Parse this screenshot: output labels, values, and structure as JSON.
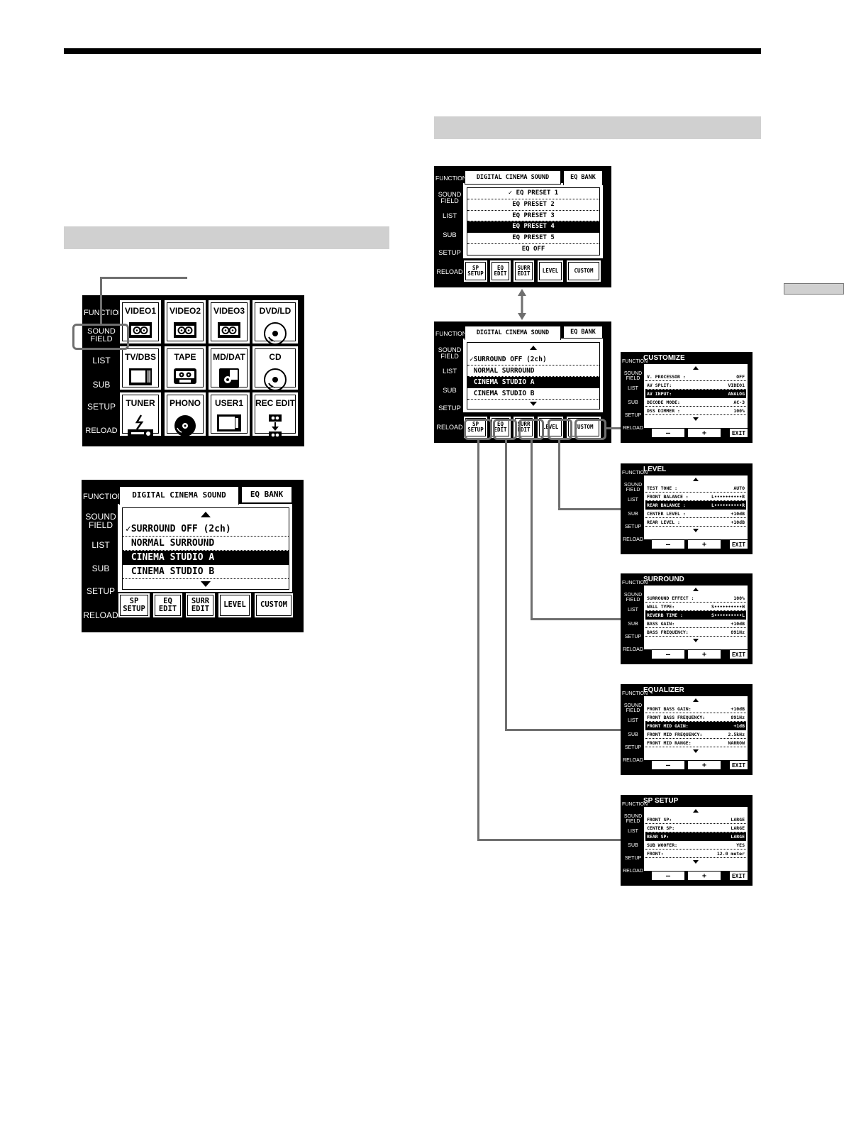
{
  "side_labels": [
    "FUNCTION",
    "SOUND\nFIELD",
    "LIST",
    "SUB",
    "SETUP",
    "RELOAD"
  ],
  "function_grid": [
    {
      "label": "VIDEO1",
      "icon": "vcr-icon"
    },
    {
      "label": "VIDEO2",
      "icon": "vcr-icon"
    },
    {
      "label": "VIDEO3",
      "icon": "vcr-icon"
    },
    {
      "label": "DVD/LD",
      "icon": "disc-icon"
    },
    {
      "label": "TV/DBS",
      "icon": "tv-icon"
    },
    {
      "label": "TAPE",
      "icon": "cassette-icon"
    },
    {
      "label": "MD/DAT",
      "icon": "minidisc-icon"
    },
    {
      "label": "CD",
      "icon": "disc-icon"
    },
    {
      "label": "TUNER",
      "icon": "tuner-icon"
    },
    {
      "label": "PHONO",
      "icon": "record-icon"
    },
    {
      "label": "USER1",
      "icon": "monitor-icon"
    },
    {
      "label": "REC EDIT",
      "icon": "rec-edit-icon"
    }
  ],
  "tabs": {
    "sound": "DIGITAL CINEMA SOUND",
    "eq": "EQ BANK"
  },
  "sound_list": [
    {
      "text": "✓SURROUND OFF (2ch)",
      "selected": false
    },
    {
      "text": " NORMAL SURROUND",
      "selected": false
    },
    {
      "text": " CINEMA STUDIO A",
      "selected": true
    },
    {
      "text": " CINEMA STUDIO B",
      "selected": false
    }
  ],
  "eq_list": [
    {
      "text": "✓ EQ PRESET 1",
      "selected": false
    },
    {
      "text": "EQ PRESET 2",
      "selected": false
    },
    {
      "text": "EQ PRESET 3",
      "selected": false
    },
    {
      "text": "EQ PRESET 4",
      "selected": true
    },
    {
      "text": "EQ PRESET 5",
      "selected": false
    },
    {
      "text": "EQ OFF",
      "selected": false
    }
  ],
  "bottom_buttons": [
    "SP\nSETUP",
    "EQ\nEDIT",
    "SURR\nEDIT",
    "LEVEL",
    "CUSTOM"
  ],
  "small_bottom_buttons": [
    "SP\nSETUP",
    "EQ\nEDIT",
    "SURR\nEDIT",
    "LEVEL",
    "CUSTOM"
  ],
  "sub_side_labels": [
    "FUNCTION",
    "SOUND\nFIELD",
    "LIST",
    "SUB",
    "SETUP",
    "RELOAD"
  ],
  "sub_screens": [
    {
      "title": "CUSTOMIZE",
      "rows": [
        [
          "V. PROCESSOR :",
          "OFF"
        ],
        [
          "AV SPLIT:",
          "VIDEO1"
        ],
        [
          "AV INPUT:",
          "ANALOG"
        ],
        [
          "DECODE MODE:",
          "AC-3"
        ],
        [
          "DSS DIMMER :",
          "100%"
        ]
      ],
      "sel": 2
    },
    {
      "title": "LEVEL",
      "rows": [
        [
          "TEST TONE :",
          "AUTO"
        ],
        [
          "FRONT BALANCE :",
          "L••••••••••R"
        ],
        [
          "REAR BALANCE :",
          "L••••••••••R"
        ],
        [
          "CENTER LEVEL :",
          "+10dB"
        ],
        [
          "REAR LEVEL :",
          "+10dB"
        ]
      ],
      "sel": 2
    },
    {
      "title": "SURROUND",
      "rows": [
        [
          "SURROUND EFFECT :",
          "100%"
        ],
        [
          "WALL TYPE:",
          "S••••••••••H"
        ],
        [
          "REVERB TIME :",
          "S••••••••••L"
        ],
        [
          "BASS GAIN:",
          "+10dB"
        ],
        [
          "BASS FREQUENCY:",
          "891Hz"
        ]
      ],
      "sel": 2
    },
    {
      "title": "EQUALIZER",
      "rows": [
        [
          "FRONT BASS GAIN:",
          "+10dB"
        ],
        [
          "FRONT BASS FREQUENCY:",
          "891Hz"
        ],
        [
          "FRONT MID GAIN:",
          "+1dB"
        ],
        [
          "FRONT MID FREQUENCY:",
          "2.5kHz"
        ],
        [
          "FRONT MID RANGE:",
          "NARROW"
        ]
      ],
      "sel": 2
    },
    {
      "title": "SP SETUP",
      "rows": [
        [
          "FRONT SP:",
          "LARGE"
        ],
        [
          "CENTER SP:",
          "LARGE"
        ],
        [
          "REAR SP:",
          "LARGE"
        ],
        [
          "SUB WOOFER:",
          "YES"
        ],
        [
          "FRONT:",
          "12.0 meter"
        ]
      ],
      "sel": 2
    }
  ],
  "sub_buttons": {
    "minus": "–",
    "plus": "+",
    "exit": "EXIT"
  }
}
